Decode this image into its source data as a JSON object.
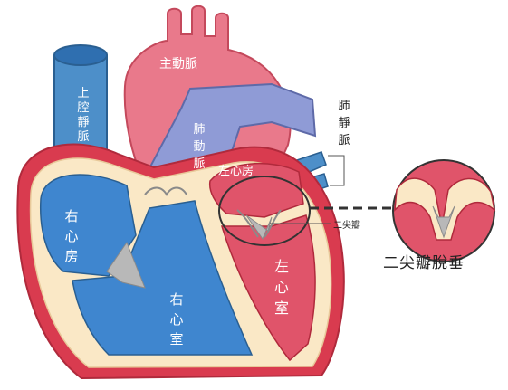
{
  "labels": {
    "superior_vena_cava": "上腔靜脈",
    "aorta": "主動脈",
    "pulmonary_artery": "肺動脈",
    "pulmonary_veins": "肺靜脈",
    "left_atrium": "左心房",
    "mitral_valve": "二尖瓣",
    "right_atrium": "右心房",
    "right_ventricle": "右心室",
    "left_ventricle": "左心室",
    "mitral_valve_prolapse": "二尖瓣脫垂"
  },
  "colors": {
    "aorta": "#e9798b",
    "vena_cava": "#4d8fc9",
    "pulmonary_artery": "#8f9bd6",
    "right_chambers": "#3f86cf",
    "left_chambers": "#e0546a",
    "wall": "#fae8c6",
    "outer_wall": "#d93b4f",
    "valve": "#b8b8b8"
  }
}
